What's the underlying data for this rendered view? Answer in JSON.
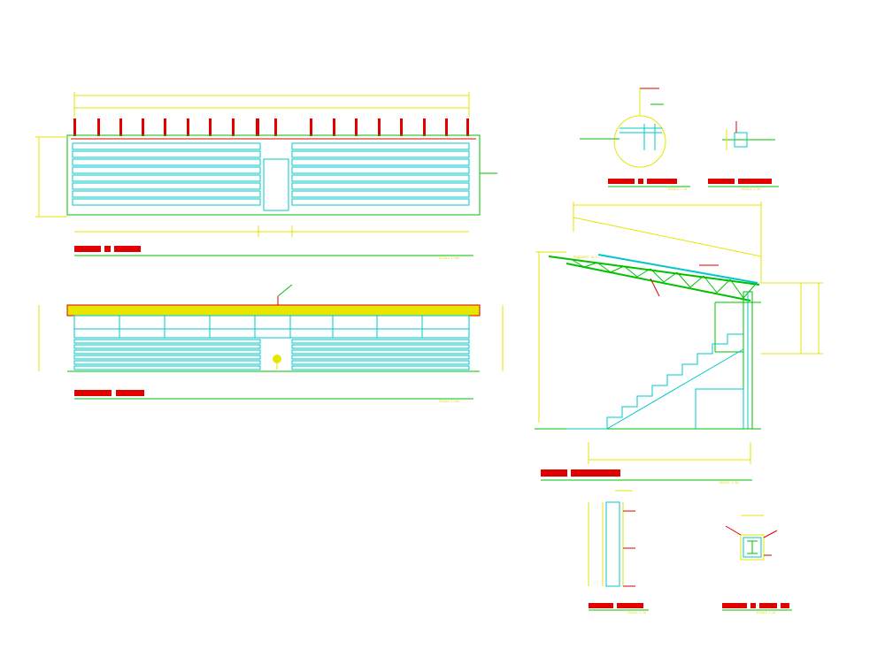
{
  "drawing": {
    "title_bars_note": "",
    "scale_labels": {
      "plan": "ESCALA 1:100",
      "elevation": "ESCALA 1:100",
      "section": "ESCALA 1:50",
      "detail_circle": "ESCALA 1:10",
      "detail_small": "ESCALA 1:10",
      "detail_column": "ESCALA 1:10",
      "detail_beam": "ESCALA 1:10"
    },
    "section_annotation": "PENDIENTE 10 %",
    "colors": {
      "background": "#ffffff",
      "green": "#00c000",
      "cyan": "#00c8c8",
      "yellow": "#e6e600",
      "red": "#e00000"
    }
  }
}
